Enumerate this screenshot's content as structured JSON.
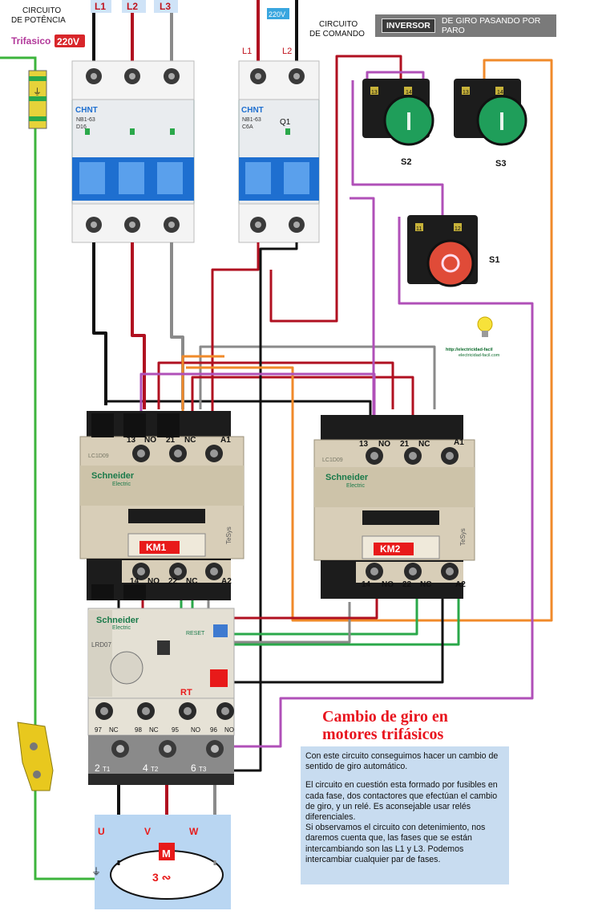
{
  "header": {
    "power_circuit": [
      "CIRCUITO",
      "DE POTÊNCIA"
    ],
    "three_phase_label": "Trifasico",
    "three_phase_voltage": "220V",
    "control_voltage": "220V",
    "control_circuit": [
      "CIRCUITO",
      "DE COMANDO"
    ],
    "reverser_key": "INVERSOR",
    "reverser_text": "DE GIRO  PASANDO POR PARO"
  },
  "lines": {
    "power": [
      "L1",
      "L2",
      "L3"
    ],
    "control": [
      "L1",
      "L2"
    ]
  },
  "breakers": {
    "main_brand": "CHNT",
    "main_model": "NB1-63",
    "main_rating": "D16",
    "control_brand": "CHNT",
    "control_model": "NB1-63",
    "control_rating": "C6A",
    "control_label": "Q1"
  },
  "pushbuttons": {
    "s2": {
      "label": "S2",
      "t1": "13",
      "t2": "14"
    },
    "s3": {
      "label": "S3",
      "t1": "13",
      "t2": "14"
    },
    "s1": {
      "label": "S1",
      "t1": "11",
      "t2": "12"
    }
  },
  "contactors": {
    "brand": "Schneider",
    "brand_sub": "Electric",
    "series": "TeSys",
    "model": "LC1D09",
    "km1": {
      "name": "KM1",
      "top": [
        "13",
        "NO",
        "21",
        "NC",
        "A1"
      ],
      "bottom": [
        "14",
        "NO",
        "22",
        "NC",
        "A2"
      ]
    },
    "km2": {
      "name": "KM2",
      "top": [
        "13",
        "NO",
        "21",
        "NC",
        "A1"
      ],
      "bottom": [
        "14",
        "NO",
        "22",
        "NC",
        "A2"
      ]
    }
  },
  "relay": {
    "brand": "Schneider",
    "brand_sub": "Electric",
    "model": "LRD07",
    "reset": "RESET",
    "label": "RT",
    "terminals": [
      "97",
      "NC",
      "98",
      "NC",
      "95",
      "NO",
      "96",
      "NO"
    ],
    "outputs": [
      "2",
      "T1",
      "4",
      "T2",
      "6",
      "T3"
    ]
  },
  "motor": {
    "terminals": [
      "U",
      "V",
      "W"
    ],
    "symbol": "M",
    "phase": "3 ∾"
  },
  "watermark": {
    "line1": "http://electricidad-facil",
    "line2": "electricidad-facil.com"
  },
  "description": {
    "title": [
      "Cambio de giro en",
      "motores trifásicos"
    ],
    "p1": "Con este circuito conseguimos hacer un cambio de sentido de giro automático.",
    "p2": "El circuito en cuestión esta formado por fusibles en cada fase, dos contactores que efectúan el cambio de giro, y un relé. Es aconsejable usar relés diferenciales.",
    "p3": "Si observamos el circuito con detenimiento, nos daremos cuenta que, las fases que se están intercambiando son las L1 y L3. Podemos intercambiar cualquier par de fases."
  },
  "colors": {
    "red_wire": "#b01020",
    "black_wire": "#111111",
    "gray_wire": "#8a8a8a",
    "orange_wire": "#f08a2a",
    "purple_wire": "#b050b8",
    "green_wire": "#2aa84a",
    "ground_wire": "#3cb43c",
    "breaker_blue": "#1e6fd0",
    "contactor_beige": "#d8ceb8",
    "panel_blue": "#c8dcf0",
    "title_red": "#e8141e"
  }
}
